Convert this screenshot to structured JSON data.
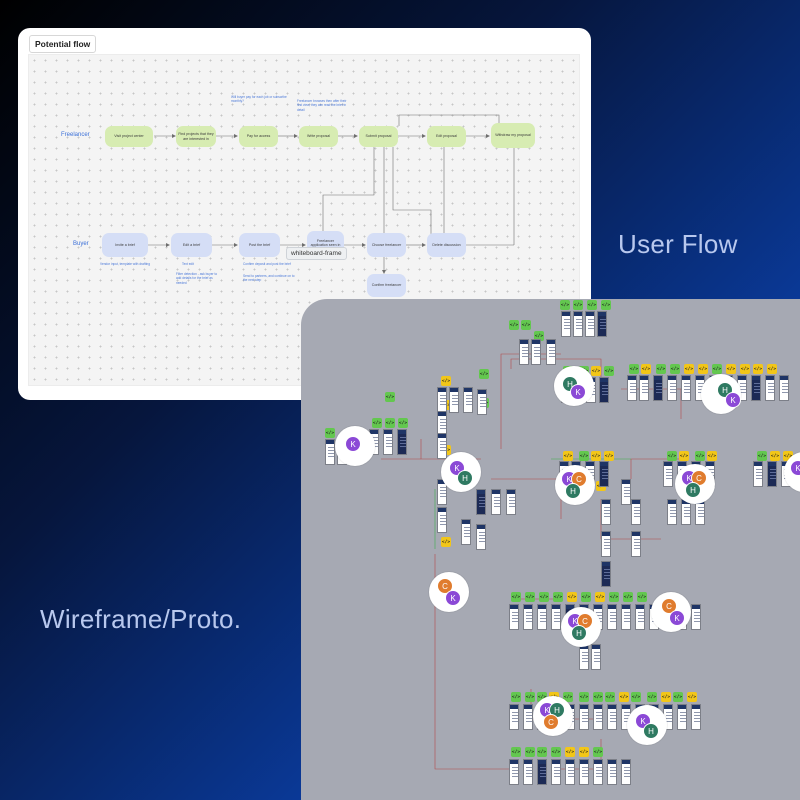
{
  "colors": {
    "freelancer_node": "#d7ecb2",
    "buyer_node": "#d5def6",
    "lane_label": "#3a6fd8",
    "note_text": "#4a78d8",
    "prototype_canvas": "#a6a9b3",
    "badge_green": "#63c74f",
    "badge_yellow": "#f2c618",
    "avatar_k": "#8b49d6",
    "avatar_h": "#2f7a62",
    "avatar_c": "#e07c2e",
    "connector_red": "#b24a4a"
  },
  "headings": {
    "user_flow": "User Flow",
    "wireframe": "Wireframe/Proto."
  },
  "flow_board": {
    "tab_label": "Potential flow",
    "tooltip": "whiteboard-frame",
    "lanes": {
      "freelancer": "Freelancer",
      "buyer": "Buyer"
    },
    "freelancer_nodes": [
      "Visit project center",
      "Find projects that they are interested in",
      "Pay for access",
      "Write proposal",
      "Submit proposal",
      "Edit proposal",
      "Withdraw my proposal"
    ],
    "buyer_nodes": [
      "Invite a brief",
      "Edit a brief",
      "Post the brief",
      "Freelancer application seen in dashboard",
      "Choose freelancer",
      "Delete discussion",
      "Confirm freelancer"
    ],
    "notes": [
      "Will buyer pay for each job or subscribe monthly?",
      "Freelancer browses then after their first view, they can read the brief in detail",
      "Vendor input, template with drafting",
      "Text edit",
      "Filter detection - ask buyer to add details for the brief as needed",
      "Confirm deposit and post the brief",
      "Send to partners, and continue on to the next step"
    ]
  },
  "prototype_board": {
    "badge_label": "</>",
    "avatar_letters": {
      "k": "K",
      "h": "H",
      "c": "C"
    }
  }
}
